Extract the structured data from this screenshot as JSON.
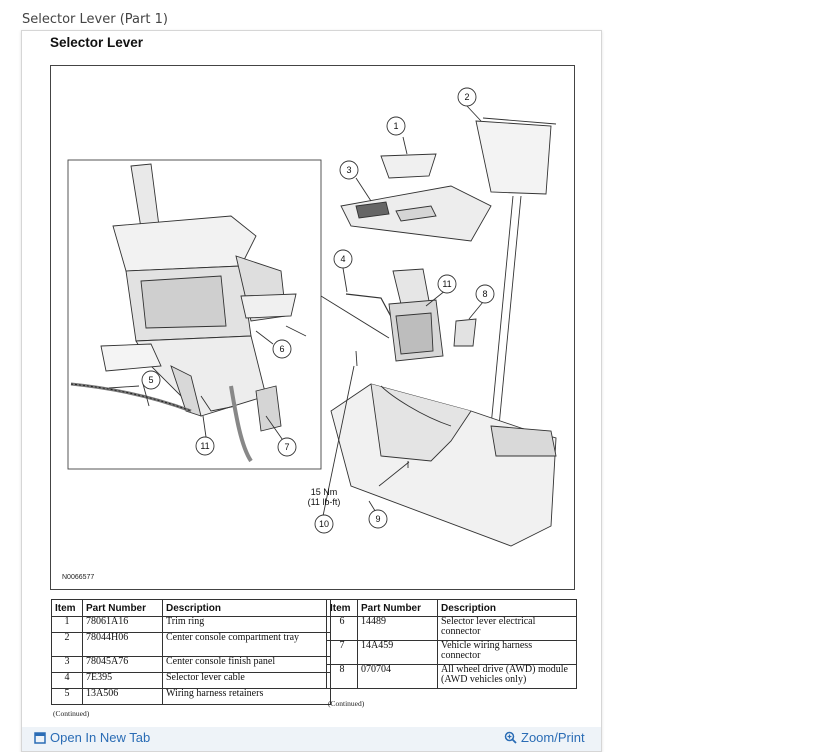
{
  "page": {
    "heading": "Selector Lever (Part 1)"
  },
  "figure": {
    "title": "Selector Lever",
    "figure_id": "N0066577",
    "torque_label_1": "15 Nm",
    "torque_label_2": "(11 lb-ft)",
    "callouts": [
      "1",
      "2",
      "3",
      "4",
      "5",
      "6",
      "7",
      "8",
      "9",
      "10",
      "11"
    ]
  },
  "tables": {
    "headers": {
      "item": "Item",
      "part_number": "Part Number",
      "description": "Description"
    },
    "left": [
      {
        "item": "1",
        "part_number": "78061A16",
        "description": "Trim ring"
      },
      {
        "item": "2",
        "part_number": "78044H06",
        "description": "Center console compartment tray"
      },
      {
        "item": "3",
        "part_number": "78045A76",
        "description": "Center console finish panel"
      },
      {
        "item": "4",
        "part_number": "7E395",
        "description": "Selector lever cable"
      },
      {
        "item": "5",
        "part_number": "13A506",
        "description": "Wiring harness retainers"
      }
    ],
    "right": [
      {
        "item": "6",
        "part_number": "14489",
        "description": "Selector lever electrical connector"
      },
      {
        "item": "7",
        "part_number": "14A459",
        "description": "Vehicle wiring harness connector"
      },
      {
        "item": "8",
        "part_number": "070704",
        "description": "All wheel drive (AWD) module (AWD vehicles only)"
      }
    ],
    "continued_note": "(Continued)"
  },
  "footer": {
    "open_tab_label": "Open In New Tab",
    "open_tab_icon": "open-in-new-tab-icon",
    "zoom_label": "Zoom/Print",
    "zoom_icon": "zoom-icon",
    "link_color": "#2a6cb5"
  }
}
